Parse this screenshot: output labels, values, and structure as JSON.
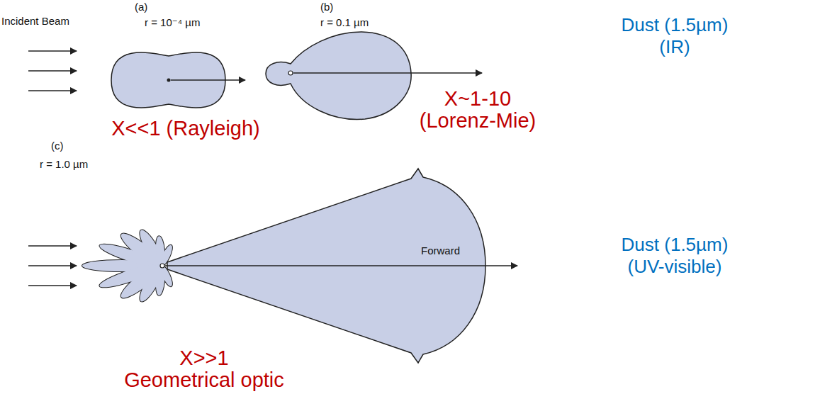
{
  "diagram": {
    "labels": [
      "(a)",
      "(b)",
      "Incident Beam",
      "r = 10⁻⁴ µm",
      "r = 0.1 µm",
      "Dust (1.5µm) (IR)",
      "X<<1 (Rayleigh)",
      "X~1-10 (Lorenz-Mie)",
      "(c)",
      "r = 1.0 µm",
      "Forward",
      "Dust (1.5µm) (UV-visible)",
      "X>>1 Geometrical optic"
    ]
  }
}
